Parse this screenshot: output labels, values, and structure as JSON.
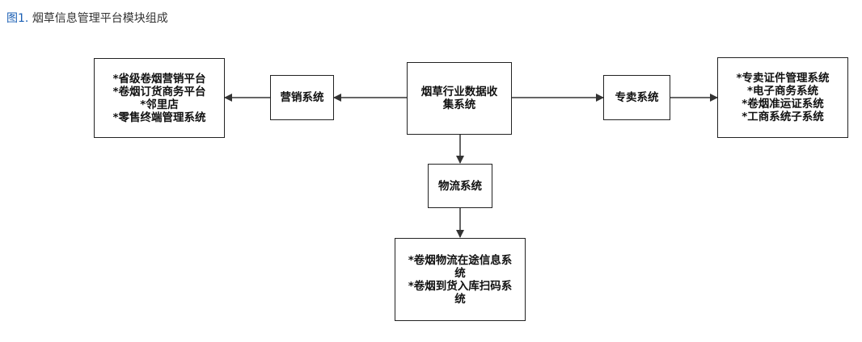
{
  "caption": {
    "figure_label": "图1.",
    "title": "烟草信息管理平台模块组成"
  },
  "nodes": {
    "center": {
      "lines": [
        "烟草行业数据收",
        "集系统"
      ]
    },
    "marketing": {
      "lines": [
        "营销系统"
      ]
    },
    "marketing_details": {
      "lines": [
        "*省级卷烟营销平台",
        "*卷烟订货商务平台",
        "*邻里店",
        "*零售终端管理系统"
      ]
    },
    "monopoly": {
      "lines": [
        "专卖系统"
      ]
    },
    "monopoly_details": {
      "lines": [
        "*专卖证件管理系统",
        "*电子商务系统",
        "*卷烟准运证系统",
        "*工商系统子系统"
      ]
    },
    "logistics": {
      "lines": [
        "物流系统"
      ]
    },
    "logistics_details": {
      "lines": [
        "*卷烟物流在途信息系",
        "统",
        "*卷烟到货入库扫码系",
        "统"
      ]
    }
  },
  "edges": [
    {
      "from": "center",
      "to": "marketing"
    },
    {
      "from": "marketing",
      "to": "marketing_details"
    },
    {
      "from": "center",
      "to": "monopoly"
    },
    {
      "from": "monopoly",
      "to": "monopoly_details"
    },
    {
      "from": "center",
      "to": "logistics"
    },
    {
      "from": "logistics",
      "to": "logistics_details"
    }
  ]
}
